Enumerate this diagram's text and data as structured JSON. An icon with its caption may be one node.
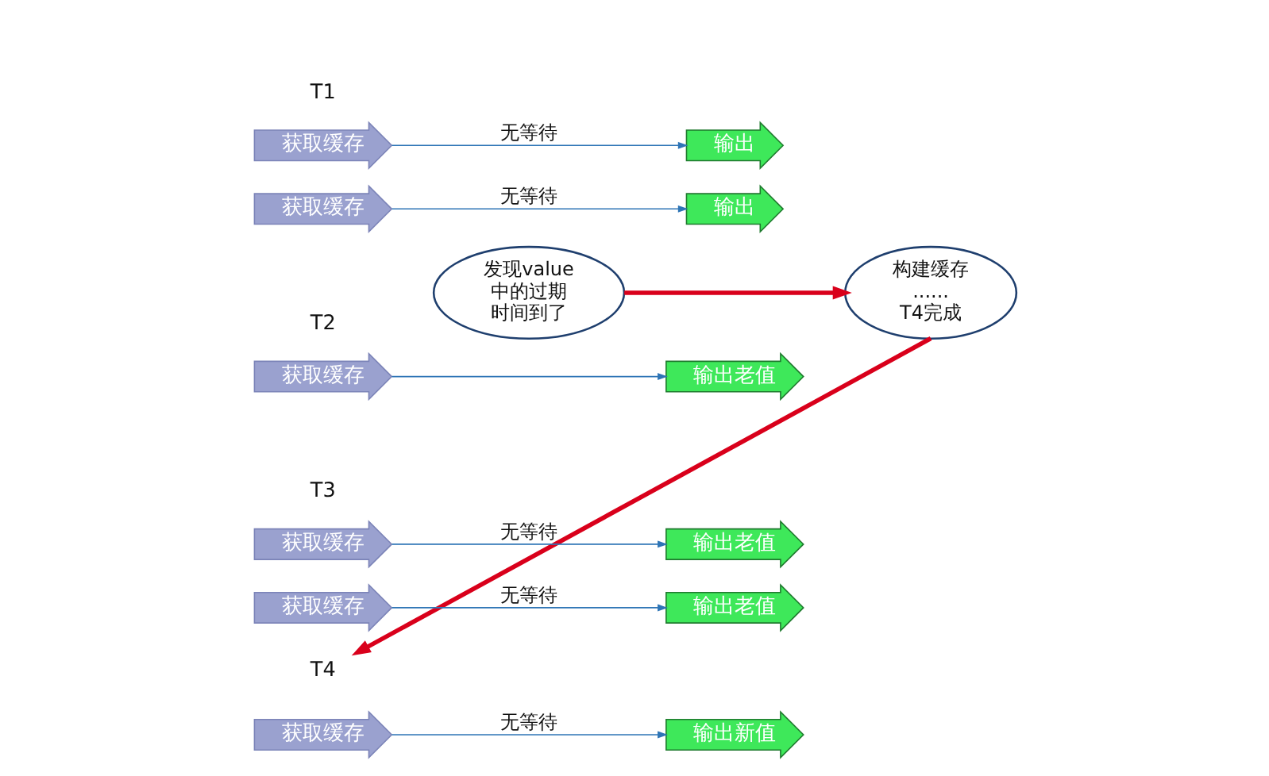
{
  "diagram": {
    "nodes": [
      {
        "text": [
          "获取缓存"
        ]
      },
      {
        "text": [
          "输出"
        ]
      },
      {
        "text": [
          "获取缓存"
        ]
      },
      {
        "text": [
          "输出"
        ]
      },
      {
        "text": [
          "发现value中的过期时间到了"
        ]
      },
      {
        "text": [
          "构建缓存",
          "......",
          "T4完成"
        ]
      },
      {
        "text": [
          "获取缓存"
        ]
      },
      {
        "text": [
          "输出老值"
        ]
      },
      {
        "text": [
          "获取缓存"
        ]
      },
      {
        "text": [
          "输出老值"
        ]
      },
      {
        "text": [
          "获取缓存"
        ]
      },
      {
        "text": [
          "输出老值"
        ]
      },
      {
        "text": [
          "T4"
        ]
      },
      {
        "text": [
          "获取缓存"
        ]
      },
      {
        "text": [
          "输出新值"
        ]
      }
    ],
    "edges": [
      {
        "from": 0,
        "to": 1,
        "arrow": "to",
        "label": "无等待"
      },
      {
        "from": 2,
        "to": 3,
        "arrow": "to",
        "label": "无等待"
      },
      {
        "from": 4,
        "to": 5,
        "arrow": "to",
        "style": "thick",
        "color": "#d9001b"
      },
      {
        "from": 6,
        "to": 7,
        "arrow": "to"
      },
      {
        "from": 8,
        "to": 9,
        "arrow": "to",
        "label": "无等待"
      },
      {
        "from": 10,
        "to": 11,
        "arrow": "to",
        "label": "无等待"
      },
      {
        "from": 5,
        "to": 12,
        "arrow": "to",
        "style": "thick",
        "color": "#d9001b"
      },
      {
        "from": 13,
        "to": 14,
        "arrow": "to",
        "label": "无等待"
      }
    ],
    "labels": [
      "T1",
      "T2",
      "T3"
    ]
  }
}
